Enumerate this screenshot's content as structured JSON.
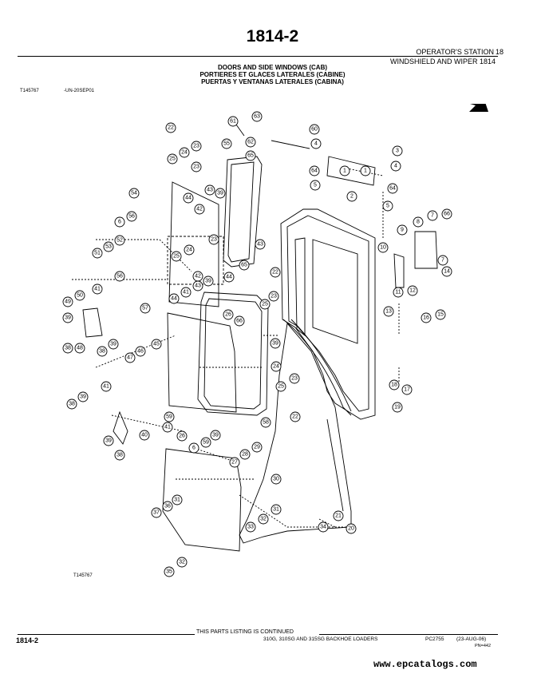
{
  "header": {
    "page_number": "1814-2",
    "section": "OPERATOR'S STATION",
    "section_number": "18",
    "subtitle": "WINDSHIELD AND WIPER 1814"
  },
  "titles": [
    "DOORS AND SIDE WINDOWS (CAB)",
    "PORTIERES ET GLACES LATERALES (CABINE)",
    "PUERTAS Y VENTANAS LATERALES (CABINA)"
  ],
  "figure": {
    "id_top": "T145767",
    "date_code": "-UN-20SEP01",
    "id_bottom": "T145767"
  },
  "callouts": [
    "1",
    "2",
    "3",
    "4",
    "5",
    "6",
    "7",
    "8",
    "9",
    "10",
    "11",
    "12",
    "13",
    "14",
    "15",
    "16",
    "17",
    "18",
    "19",
    "20",
    "21",
    "22",
    "23",
    "24",
    "25",
    "26",
    "27",
    "28",
    "29",
    "30",
    "31",
    "32",
    "33",
    "34",
    "35",
    "36",
    "37",
    "38",
    "39",
    "40",
    "41",
    "42",
    "43",
    "44",
    "45",
    "46",
    "47",
    "48",
    "49",
    "50",
    "51",
    "52",
    "53",
    "54",
    "55",
    "56",
    "57",
    "58",
    "59",
    "60",
    "61",
    "62",
    "63",
    "64",
    "65",
    "66"
  ],
  "footer": {
    "continued": "THIS PARTS LISTING IS CONTINUED",
    "page_number": "1814-2",
    "models": "310G, 310SG AND 315SG BACKHOE LOADERS",
    "catalog": "PC2755",
    "date": "(23-AUG-06)",
    "pn": "PN=442"
  },
  "watermark": "www.epcatalogs.com"
}
